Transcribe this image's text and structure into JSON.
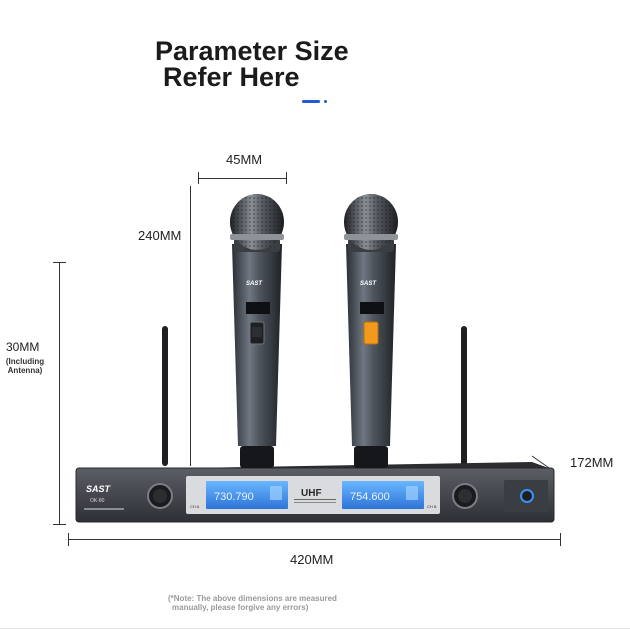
{
  "title": {
    "line1": "Parameter Size",
    "line2": "Refer Here"
  },
  "dimensions": {
    "mic_width": "45MM",
    "mic_height": "240MM",
    "height_with_antenna": "30MM",
    "antenna_note": "(Including Antenna)",
    "depth": "172MM",
    "width": "420MM"
  },
  "device": {
    "brand": "SAST",
    "model": "OK-80",
    "band": "UHF",
    "freq_left": "730.790",
    "freq_right": "754.600",
    "ch_left": "CH A",
    "ch_right": "CH B"
  },
  "note": {
    "line1": "(*Note: The above dimensions are measured",
    "line2": "manually, please forgive any errors)"
  },
  "colors": {
    "accent": "#2458d6",
    "display": "#3f8ff0",
    "body": "#3b3e44",
    "mic_button": "#f29a1e"
  }
}
